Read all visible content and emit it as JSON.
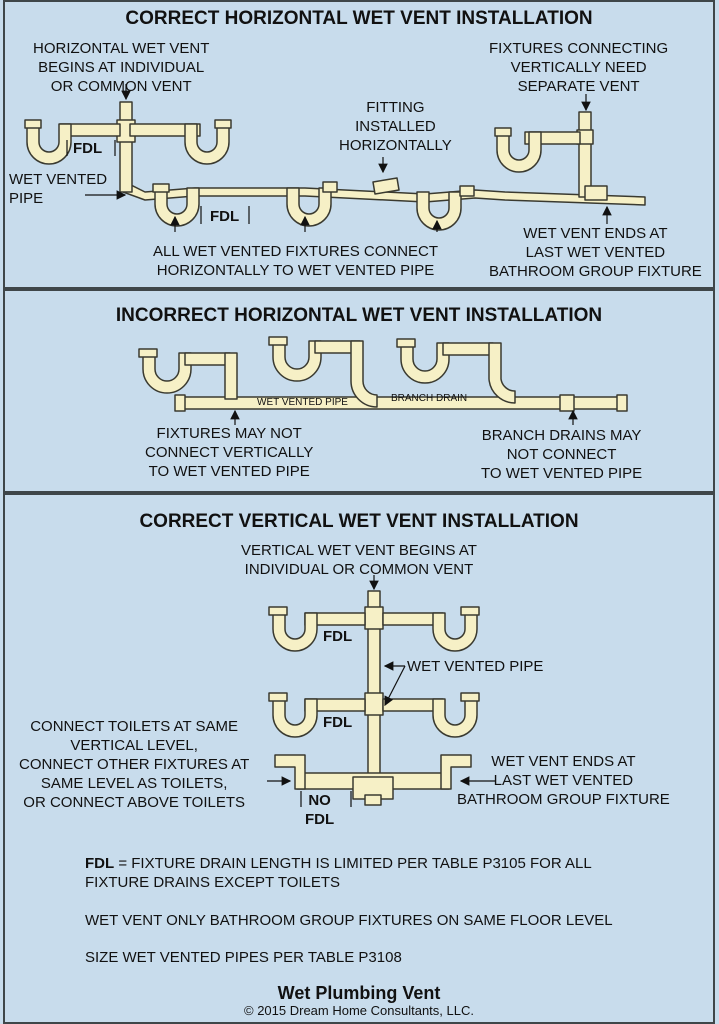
{
  "section1": {
    "title": "CORRECT HORIZONTAL WET VENT INSTALLATION",
    "label_begins": "HORIZONTAL WET VENT\nBEGINS AT INDIVIDUAL\nOR COMMON VENT",
    "label_fixtures_vertical": "FIXTURES CONNECTING\nVERTICALLY NEED\nSEPARATE VENT",
    "label_fitting": "FITTING\nINSTALLED\nHORIZONTALLY",
    "label_wet_vented": "WET VENTED\nPIPE",
    "fdl_1": "FDL",
    "fdl_2": "FDL",
    "label_all_connect": "ALL WET VENTED FIXTURES CONNECT\nHORIZONTALLY TO WET VENTED PIPE",
    "label_ends": "WET VENT ENDS AT\nLAST WET VENTED\nBATHROOM GROUP FIXTURE"
  },
  "section2": {
    "title": "INCORRECT HORIZONTAL WET VENT INSTALLATION",
    "pipe_label_wet": "WET VENTED PIPE",
    "pipe_label_branch": "BRANCH DRAIN",
    "label_no_vertical": "FIXTURES MAY NOT\nCONNECT VERTICALLY\nTO WET VENTED PIPE",
    "label_branch": "BRANCH DRAINS MAY\nNOT CONNECT\nTO WET VENTED PIPE"
  },
  "section3": {
    "title": "CORRECT VERTICAL WET VENT INSTALLATION",
    "label_begins": "VERTICAL WET VENT BEGINS AT\nINDIVIDUAL OR COMMON VENT",
    "label_wet_pipe": "WET VENTED PIPE",
    "fdl_1": "FDL",
    "fdl_2": "FDL",
    "no_fdl": "NO\nFDL",
    "label_toilets": "CONNECT TOILETS AT SAME\nVERTICAL LEVEL,\nCONNECT OTHER FIXTURES AT\nSAME LEVEL AS TOILETS,\nOR CONNECT ABOVE TOILETS",
    "label_ends": "WET VENT ENDS AT\nLAST WET VENTED\nBATHROOM GROUP FIXTURE",
    "note_fdl_bold": "FDL",
    "note_fdl": " = FIXTURE DRAIN LENGTH IS LIMITED PER TABLE P3105 FOR ALL\nFIXTURE DRAINS EXCEPT TOILETS",
    "note_floor": "WET VENT ONLY BATHROOM GROUP FIXTURES ON SAME FLOOR LEVEL",
    "note_size": "SIZE WET VENTED PIPES PER TABLE P3108"
  },
  "footer": {
    "title": "Wet Plumbing Vent",
    "copyright": "© 2015 Dream Home Consultants, LLC."
  },
  "colors": {
    "background": "#c8dcec",
    "pipe_fill": "#f6f0c6",
    "pipe_stroke": "#3a3a30",
    "border": "#3f4649"
  }
}
